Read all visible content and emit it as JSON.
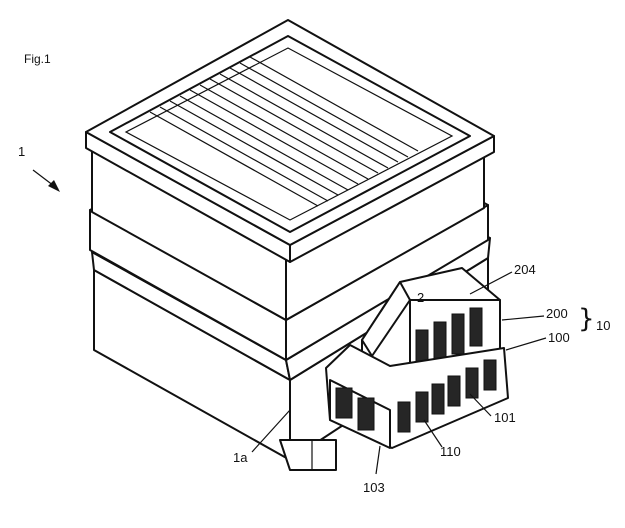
{
  "figure": {
    "title": "Fig.1",
    "labels": {
      "assembly": "1",
      "body": "1a",
      "top_housing": "204",
      "upper_unit": "200",
      "lower_unit": "100",
      "combined": "10",
      "top_mark": "2",
      "vent_grille": "101",
      "inner_part": "110",
      "side_panel": "103"
    }
  }
}
